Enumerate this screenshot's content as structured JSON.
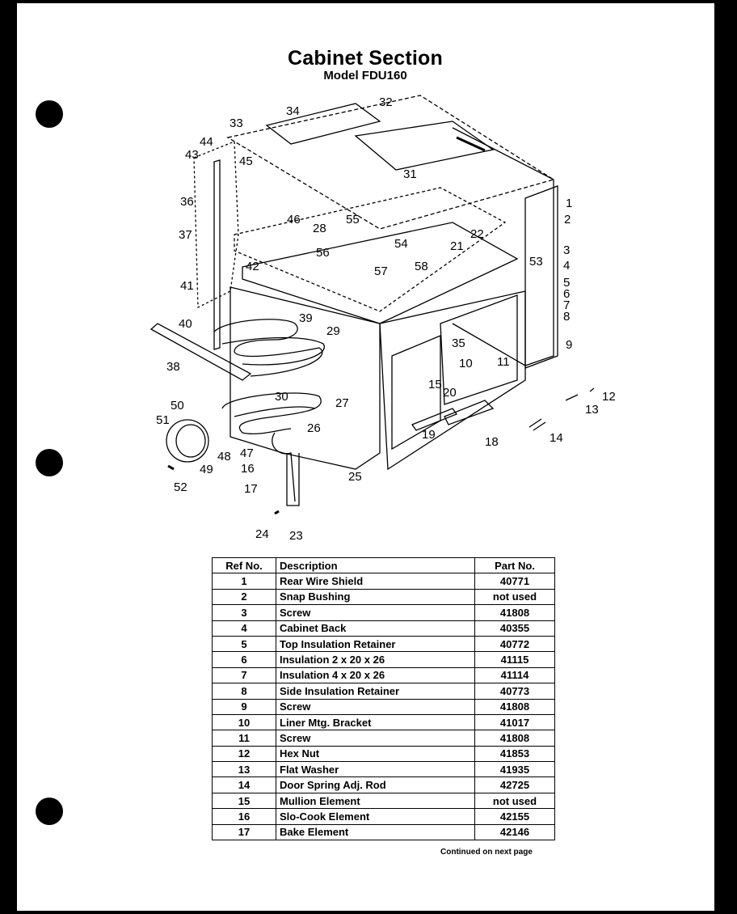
{
  "title": "Cabinet Section",
  "subtitle": "Model FDU160",
  "callouts": [
    "1",
    "2",
    "3",
    "4",
    "5",
    "6",
    "7",
    "8",
    "9",
    "10",
    "11",
    "12",
    "13",
    "14",
    "15",
    "16",
    "17",
    "18",
    "19",
    "20",
    "21",
    "22",
    "23",
    "24",
    "25",
    "26",
    "27",
    "28",
    "29",
    "30",
    "31",
    "32",
    "33",
    "34",
    "35",
    "36",
    "37",
    "38",
    "39",
    "40",
    "41",
    "42",
    "43",
    "44",
    "45",
    "46",
    "47",
    "48",
    "49",
    "50",
    "51",
    "52",
    "53",
    "54",
    "55",
    "56",
    "57",
    "58"
  ],
  "table": {
    "headers": [
      "Ref No.",
      "Description",
      "Part No."
    ],
    "rows": [
      [
        "1",
        "Rear Wire Shield",
        "40771"
      ],
      [
        "2",
        "Snap Bushing",
        "not used"
      ],
      [
        "3",
        "Screw",
        "41808"
      ],
      [
        "4",
        "Cabinet Back",
        "40355"
      ],
      [
        "5",
        "Top Insulation Retainer",
        "40772"
      ],
      [
        "6",
        "Insulation 2 x 20 x 26",
        "41115"
      ],
      [
        "7",
        "Insulation 4 x 20 x 26",
        "41114"
      ],
      [
        "8",
        "Side Insulation Retainer",
        "40773"
      ],
      [
        "9",
        "Screw",
        "41808"
      ],
      [
        "10",
        "Liner Mtg. Bracket",
        "41017"
      ],
      [
        "11",
        "Screw",
        "41808"
      ],
      [
        "12",
        "Hex Nut",
        "41853"
      ],
      [
        "13",
        "Flat Washer",
        "41935"
      ],
      [
        "14",
        "Door Spring Adj. Rod",
        "42725"
      ],
      [
        "15",
        "Mullion Element",
        "not used"
      ],
      [
        "16",
        "Slo-Cook Element",
        "42155"
      ],
      [
        "17",
        "Bake Element",
        "42146"
      ]
    ]
  },
  "footnote": "Continued on next page"
}
